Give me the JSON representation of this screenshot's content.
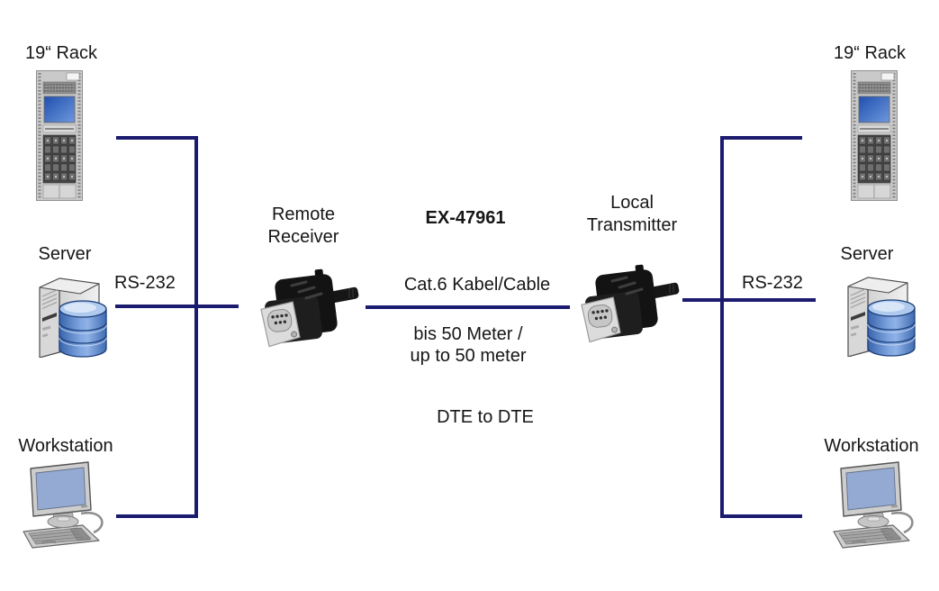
{
  "doc_title": "EX-47961 RS-232 Extender Connection Diagram",
  "colors": {
    "wire_navy": "#1b1b70",
    "text": "#161616",
    "screen_blue": "#2f62c0",
    "monitor_blue": "#93a9d2"
  },
  "center": {
    "product": "EX-47961",
    "cable": "Cat.6 Kabel/Cable",
    "distance_line1": "bis 50 Meter /",
    "distance_line2": "up to 50 meter",
    "mode": "DTE to DTE",
    "remote_device_line1": "Remote",
    "remote_device_line2": "Receiver",
    "local_device_line1": "Local",
    "local_device_line2": "Transmitter"
  },
  "left_group": {
    "rack": "19“ Rack",
    "server": "Server",
    "workstation": "Workstation",
    "bus": "RS-232"
  },
  "right_group": {
    "rack": "19“ Rack",
    "server": "Server",
    "workstation": "Workstation",
    "bus": "RS-232"
  }
}
